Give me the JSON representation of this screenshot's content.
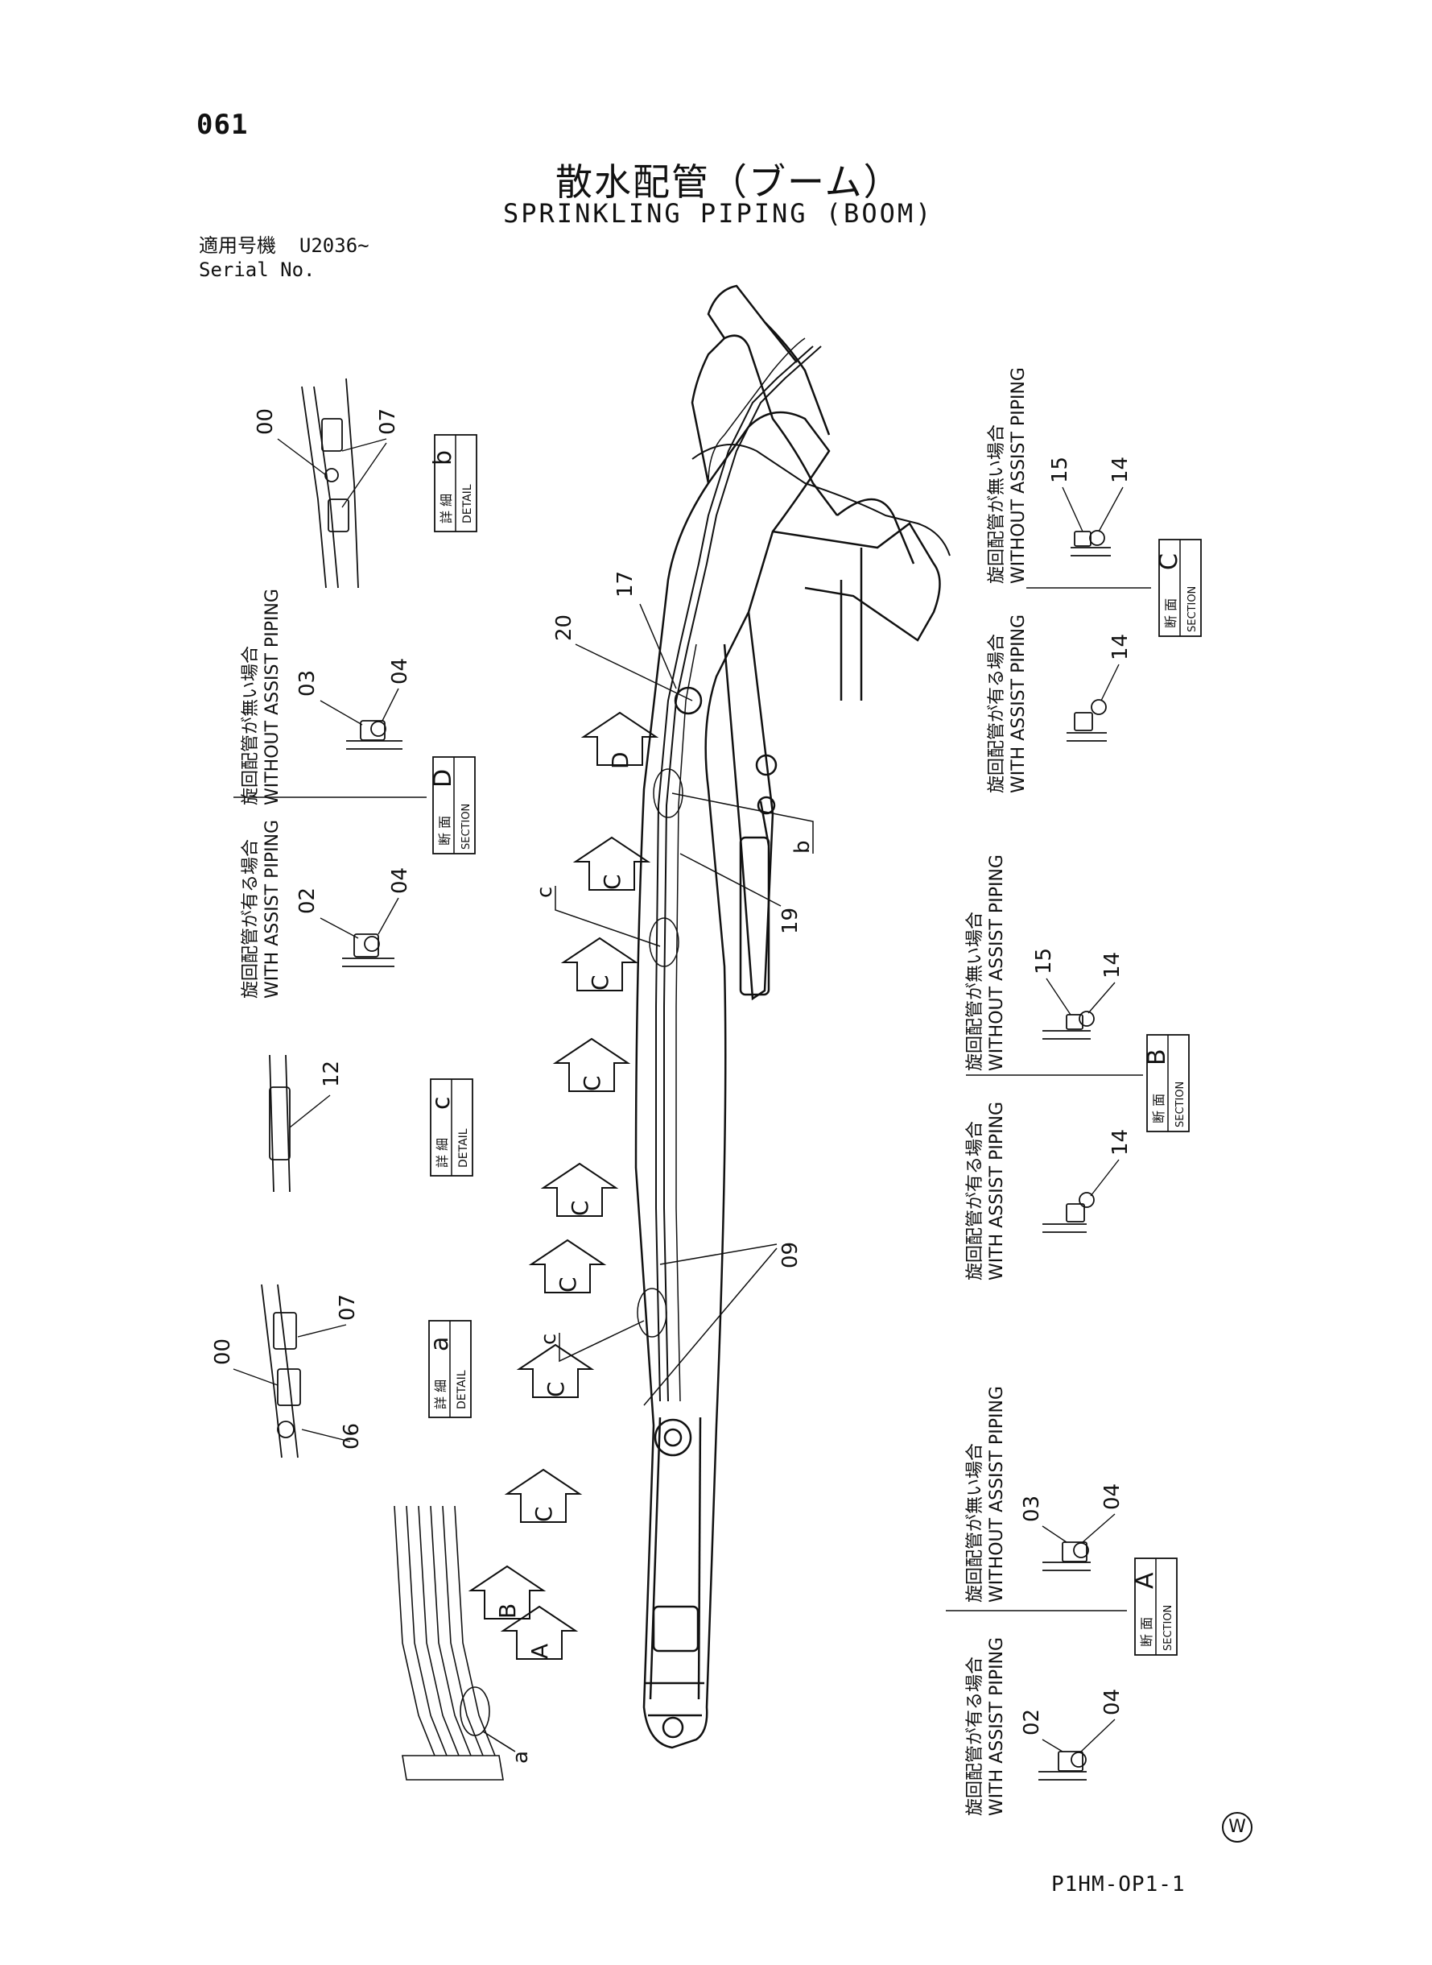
{
  "header": {
    "page_number": "061",
    "title_jp": "散水配管（ブーム）",
    "title_en": "SPRINKLING PIPING (BOOM)",
    "serial_label_jp": "適用号機",
    "serial_value": "U2036~",
    "serial_label_en": "Serial No."
  },
  "footer": {
    "drawing_code": "P1HM-OP1-1",
    "mark": "W"
  },
  "labels": {
    "with_assist_jp": "旋回配管が有る場合",
    "with_assist_en": "WITH ASSIST PIPING",
    "without_assist_jp": "旋回配管が無い場合",
    "without_assist_en": "WITHOUT ASSIST PIPING",
    "section_jp": "断 面",
    "section_en": "SECTION",
    "detail_jp": "詳 細",
    "detail_en": "DETAIL"
  },
  "detail_boxes": [
    {
      "letter": "b",
      "parts": [
        "00",
        "07"
      ]
    },
    {
      "letter": "c",
      "parts": [
        "12"
      ]
    },
    {
      "letter": "a",
      "parts": [
        "00",
        "07",
        "06"
      ]
    }
  ],
  "section_boxes": [
    {
      "letter": "D",
      "with_parts": [
        "02",
        "04"
      ],
      "without_parts": [
        "03",
        "04"
      ]
    },
    {
      "letter": "C",
      "with_parts": [
        "14"
      ],
      "without_parts": [
        "15",
        "14"
      ]
    },
    {
      "letter": "B",
      "with_parts": [
        "14"
      ],
      "without_parts": [
        "15",
        "14"
      ]
    },
    {
      "letter": "A",
      "with_parts": [
        "02",
        "04"
      ],
      "without_parts": [
        "03",
        "04"
      ]
    }
  ],
  "boom_callouts": [
    "20",
    "17",
    "19",
    "09",
    "c",
    "c",
    "b",
    "a"
  ],
  "view_arrows": [
    "D",
    "C",
    "C",
    "C",
    "C",
    "C",
    "C",
    "C",
    "B",
    "A"
  ]
}
